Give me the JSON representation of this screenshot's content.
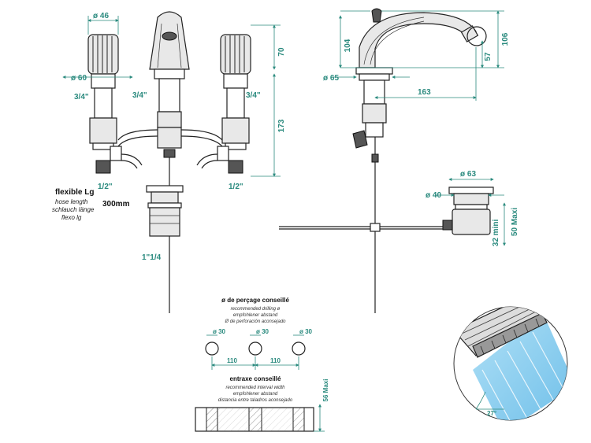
{
  "colors": {
    "dimension": "#2a8a7e",
    "ink": "#111111",
    "water": "#7ec8ec"
  },
  "front_view": {
    "dims": {
      "handle_width": "46",
      "body_diameter": "60",
      "spout_height": "70",
      "body_height": "173",
      "thread_left_top": "3/4\"",
      "thread_center": "3/4\"",
      "thread_right_top": "3/4\"",
      "thread_left_bottom": "1/2\"",
      "thread_right_bottom": "1/2\"",
      "drain_thread": "1\"1/4"
    },
    "hose": {
      "title": "flexible Lg",
      "line1": "hose length",
      "line2": "schlauch länge",
      "line3": "flexo lg",
      "length": "300mm"
    }
  },
  "side_view": {
    "dims": {
      "spout_top": "104",
      "spout_total": "106",
      "spout_outlet": "57",
      "base_diameter": "65",
      "reach": "163",
      "drain_head": "63",
      "drain_body": "40",
      "drain_min": "32 mini",
      "drain_max": "50 Maxi"
    }
  },
  "drilling": {
    "title": "ø de perçage conseillé",
    "lines": [
      "recommended drilling ø",
      "empfohlener abstand",
      "Ø de perforación aconsejado"
    ],
    "hole1": "30",
    "hole2": "30",
    "hole3": "30",
    "spacing1": "110",
    "spacing2": "110"
  },
  "interval": {
    "title": "entraxe conseillé",
    "lines": [
      "recommended interval width",
      "empfohlener abstand",
      "distancia entre taladros aconsejado"
    ],
    "max": "56 Maxi"
  },
  "detail": {
    "angle": "27°"
  }
}
